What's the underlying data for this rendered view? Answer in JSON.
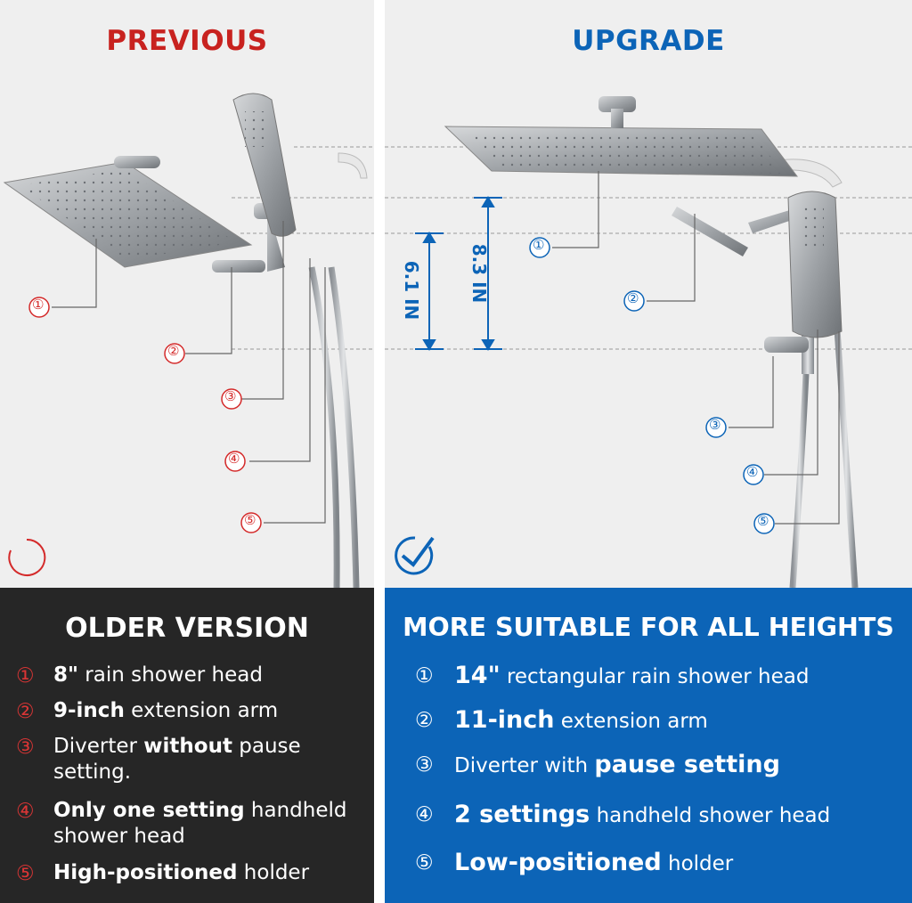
{
  "colors": {
    "previous_red": "#c8221f",
    "upgrade_blue": "#0c64b7",
    "dark_panel": "#262626"
  },
  "top": {
    "previous_heading": "PREVIOUS",
    "upgrade_heading": "UPGRADE"
  },
  "illustration": {
    "callout_numbers": [
      "①",
      "②",
      "③",
      "④",
      "⑤"
    ],
    "dim_small": "6.1 IN",
    "dim_large": "8.3 IN",
    "icons": {
      "left": "circle-loading-icon",
      "right": "check-circle-icon"
    }
  },
  "left_panel": {
    "title": "OLDER VERSION",
    "items": [
      {
        "num": "①",
        "pre": "",
        "bold": "8\"",
        "post": " rain shower head"
      },
      {
        "num": "②",
        "pre": "",
        "bold": "9-inch",
        "post": " extension arm"
      },
      {
        "num": "③",
        "pre": "Diverter ",
        "bold": "without",
        "post": " pause setting."
      },
      {
        "num": "④",
        "pre": "",
        "bold": "Only one setting",
        "post": " handheld shower head"
      },
      {
        "num": "⑤",
        "pre": "",
        "bold": "High-positioned",
        "post": " holder"
      }
    ]
  },
  "right_panel": {
    "title": "MORE SUITABLE FOR ALL HEIGHTS",
    "items": [
      {
        "num": "①",
        "pre": "",
        "bold": "14\"",
        "post": " rectangular rain shower head"
      },
      {
        "num": "②",
        "pre": "",
        "bold": "11-inch",
        "post": " extension arm"
      },
      {
        "num": "③",
        "pre": "Diverter with ",
        "bold": "pause setting",
        "post": ""
      },
      {
        "num": "④",
        "pre": "",
        "bold": "2 settings",
        "post": " handheld shower head"
      },
      {
        "num": "⑤",
        "pre": "",
        "bold": "Low-positioned",
        "post": " holder"
      }
    ]
  }
}
